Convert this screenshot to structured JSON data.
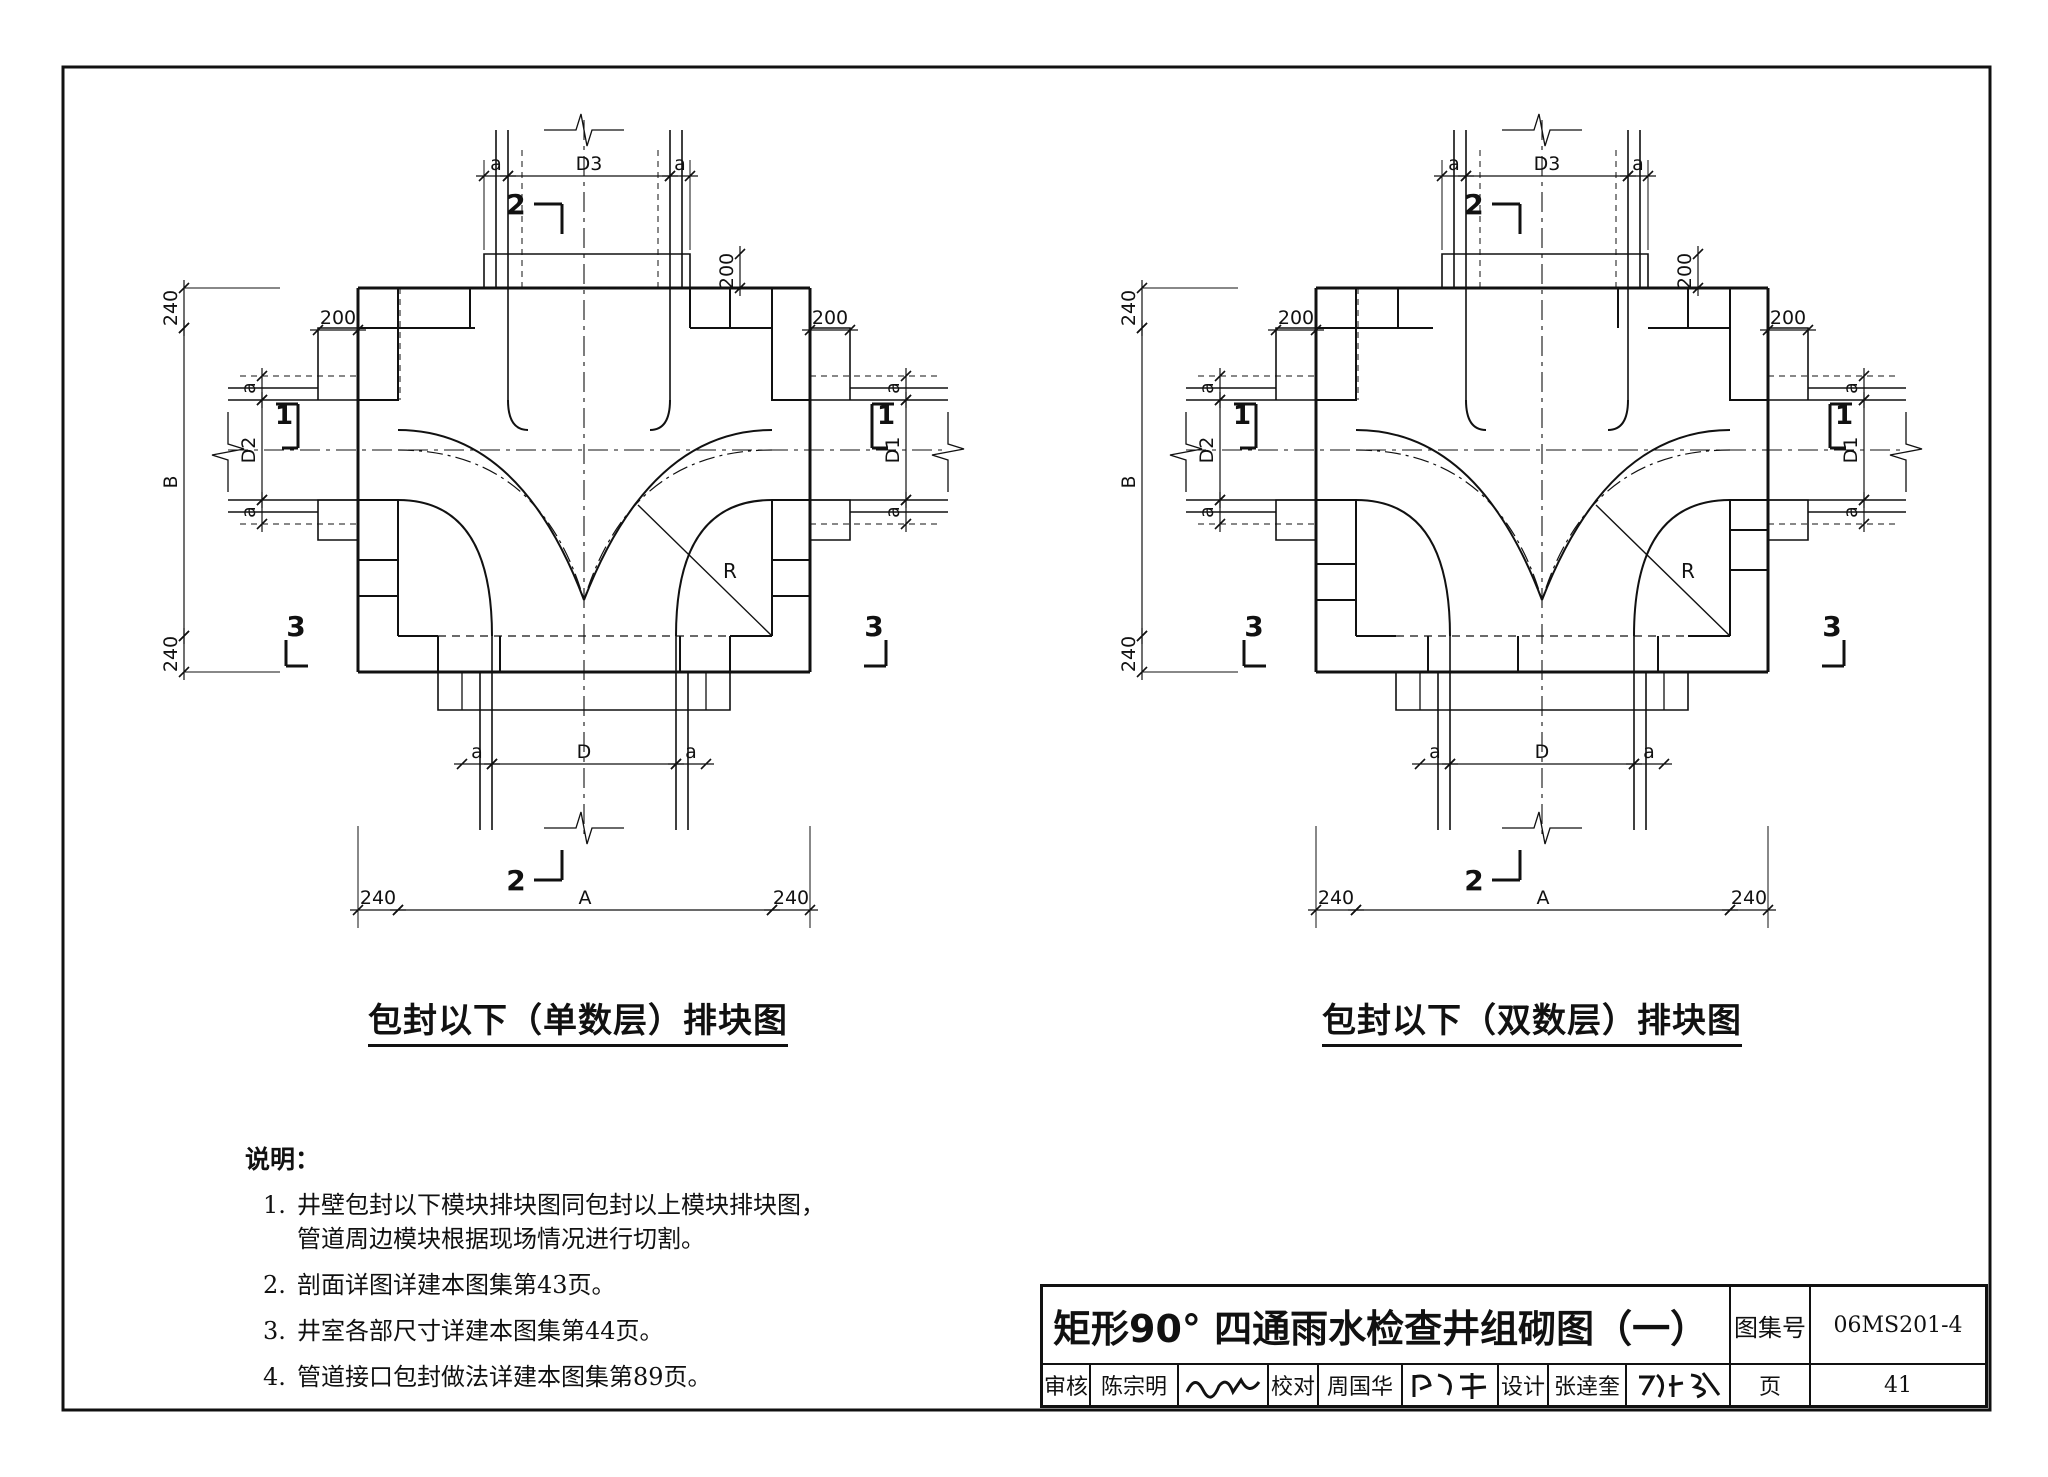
{
  "captions": {
    "left": "包封以下（单数层）排块图",
    "right": "包封以下（双数层）排块图"
  },
  "dims": {
    "D": "D",
    "D1": "D1",
    "D2": "D2",
    "D3": "D3",
    "A": "A",
    "B": "B",
    "R": "R",
    "a": "a",
    "d240": "240",
    "d200": "200"
  },
  "sections": {
    "s1": "1",
    "s2": "2",
    "s3": "3"
  },
  "notes": {
    "heading": "说明：",
    "items": [
      {
        "num": "1.",
        "text": "井壁包封以下模块排块图同包封以上模块排块图，",
        "cont": "管道周边模块根据现场情况进行切割。"
      },
      {
        "num": "2.",
        "text": "剖面详图详建本图集第43页。"
      },
      {
        "num": "3.",
        "text": "井室各部尺寸详建本图集第44页。"
      },
      {
        "num": "4.",
        "text": "管道接口包封做法详建本图集第89页。"
      }
    ]
  },
  "title_block": {
    "title": "矩形90°  四通雨水检查井组砌图（一）",
    "atlas_label": "图集号",
    "atlas_no": "06MS201-4",
    "review_label": "审核",
    "reviewer": "陈宗明",
    "check_label": "校对",
    "checker": "周国华",
    "design_label": "设计",
    "designer": "张逹奎",
    "page_label": "页",
    "page_no": "41"
  }
}
